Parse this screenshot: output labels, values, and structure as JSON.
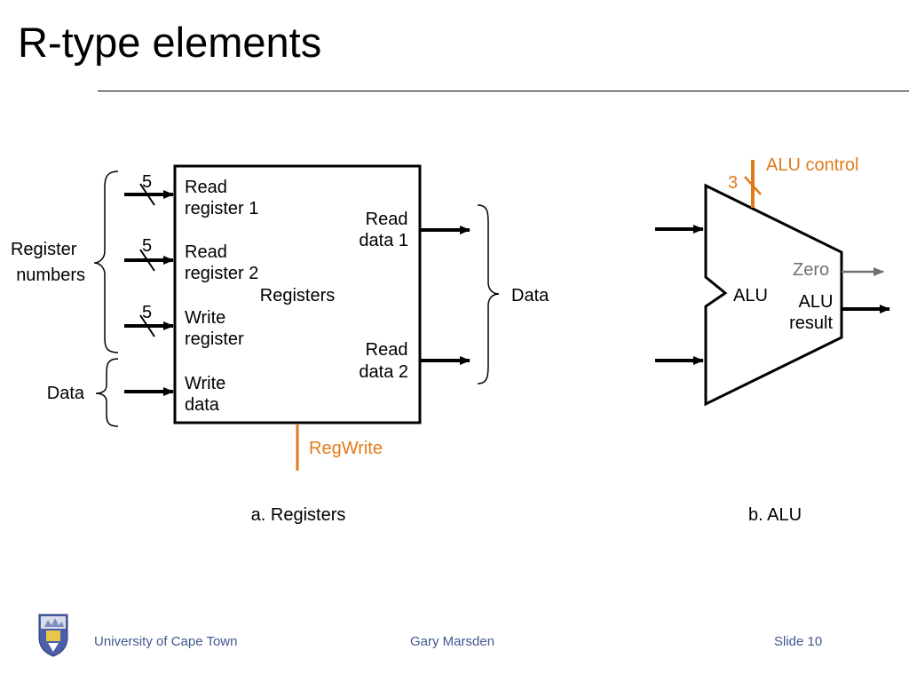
{
  "slide": {
    "title": "R-type elements"
  },
  "registers": {
    "block_label": "Registers",
    "inputs": {
      "read_register_1": [
        "Read",
        "register 1"
      ],
      "read_register_2": [
        "Read",
        "register 2"
      ],
      "write_register": [
        "Write",
        "register"
      ],
      "write_data": [
        "Write",
        "data"
      ]
    },
    "outputs": {
      "read_data_1": [
        "Read",
        "data 1"
      ],
      "read_data_2": [
        "Read",
        "data 2"
      ]
    },
    "bus_width": "5",
    "control_signal": "RegWrite",
    "left_group_register_numbers": [
      "Register",
      "numbers"
    ],
    "left_group_data": "Data",
    "right_group_data": "Data",
    "caption": "a. Registers"
  },
  "alu": {
    "label": "ALU",
    "control_label": "ALU control",
    "control_width": "3",
    "zero_label": "Zero",
    "result_label": [
      "ALU",
      "result"
    ],
    "caption": "b. ALU"
  },
  "footer": {
    "left": "University of Cape Town",
    "center": "Gary Marsden",
    "right": "Slide 10",
    "logo": "university-crest-icon"
  },
  "colors": {
    "control_orange": "#e07b1a",
    "zero_gray": "#707070",
    "footer_blue": "#41578f"
  }
}
